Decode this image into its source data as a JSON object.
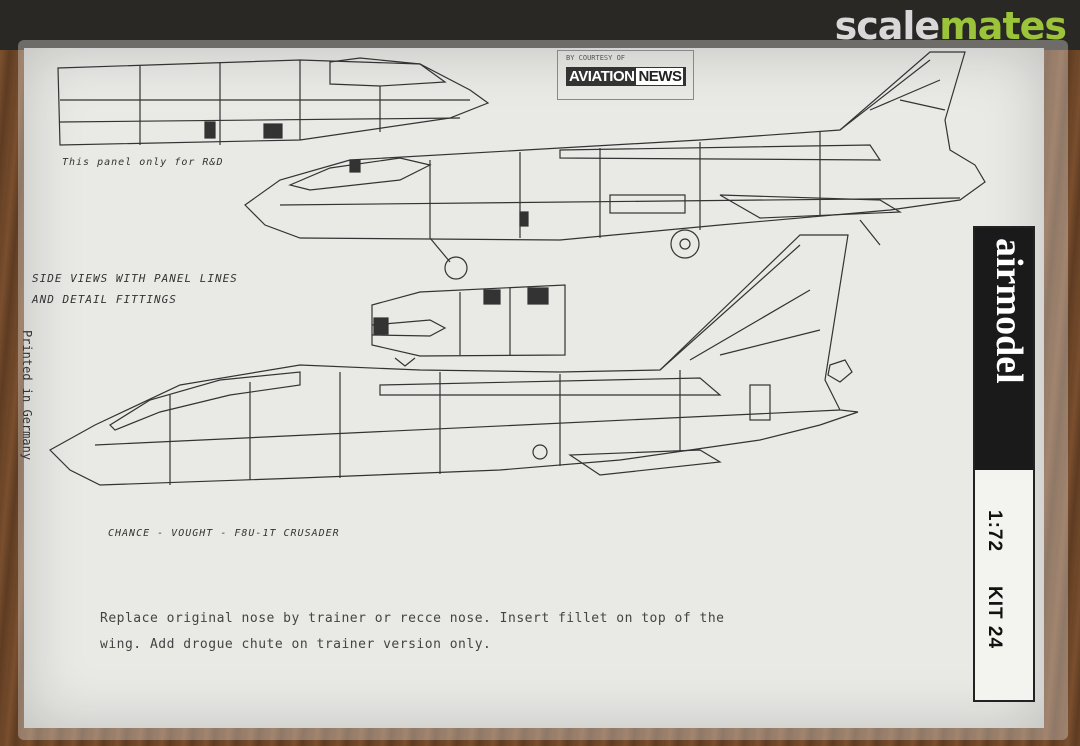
{
  "watermark": {
    "part1": "scale",
    "part2": "mates",
    "color_accent": "#9bc43a"
  },
  "credit": {
    "small_text": "BY COURTESY OF",
    "brand_word1": "AVIATION",
    "brand_word2": "NEWS"
  },
  "labels": {
    "panel_note": "This panel only for R&D",
    "side_views_line1": "SIDE VIEWS WITH PANEL LINES",
    "side_views_line2": "AND DETAIL FITTINGS",
    "printed": "Printed in Germany",
    "caption": "CHANCE - VOUGHT  -  F8U-1T CRUSADER"
  },
  "instructions": {
    "line1": "Replace original nose by trainer or recce nose. Insert fillet on top of the",
    "line2": "wing. Add drogue chute on trainer version only."
  },
  "brand": {
    "name": "airmodel",
    "scale": "1:72",
    "kit": "KIT 24"
  }
}
